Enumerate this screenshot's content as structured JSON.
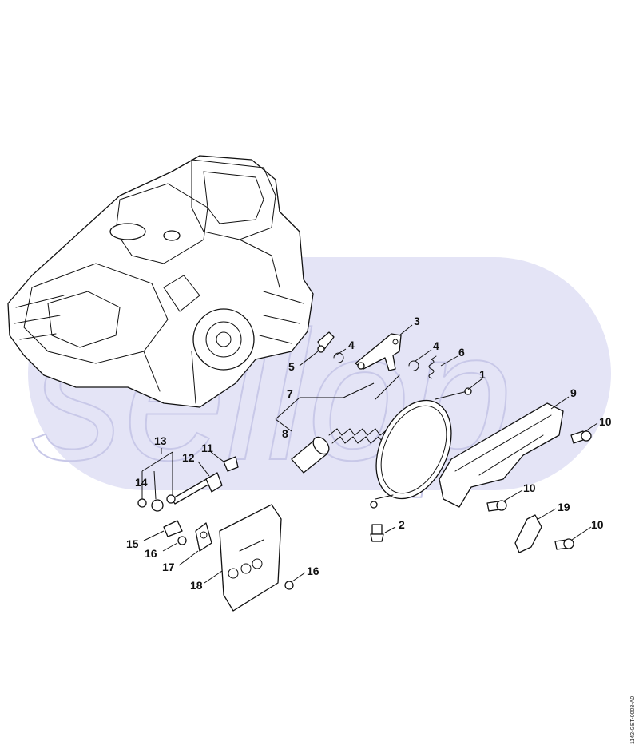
{
  "watermark": {
    "text": "sellop"
  },
  "document_id": "1142-GET-0003-A0",
  "callouts": {
    "c1": "1",
    "c2": "2",
    "c3": "3",
    "c4a": "4",
    "c4b": "4",
    "c5": "5",
    "c6": "6",
    "c7": "7",
    "c8": "8",
    "c9": "9",
    "c10a": "10",
    "c10b": "10",
    "c10c": "10",
    "c11": "11",
    "c12": "12",
    "c13": "13",
    "c14": "14",
    "c15": "15",
    "c16a": "16",
    "c16b": "16",
    "c17": "17",
    "c18": "18",
    "c19": "19"
  },
  "colors": {
    "band": "#e4e4f6",
    "line": "#111111",
    "watermark": "#c8c8e8"
  }
}
